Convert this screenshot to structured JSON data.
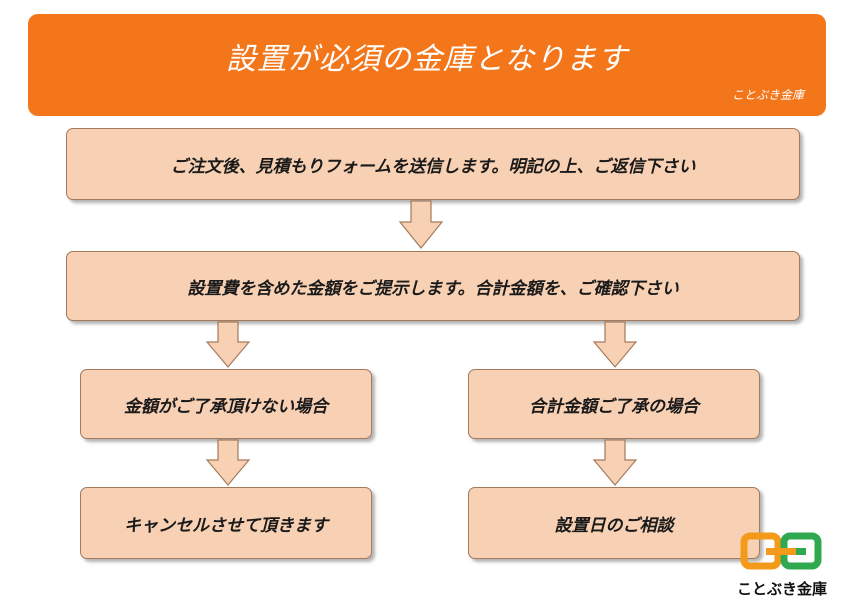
{
  "banner": {
    "title": "設置が必須の金庫となります",
    "subtitle": "ことぶき金庫"
  },
  "steps": {
    "step1": "ご注文後、見積もりフォームを送信します。明記の上、ご返信下さい",
    "step2": "設置費を含めた金額をご提示します。合計金額を、ご確認下さい",
    "left_branch": "金額がご了承頂けない場合",
    "left_result": "キャンセルさせて頂きます",
    "right_branch": "合計金額ご了承の場合",
    "right_result": "設置日のご相談"
  },
  "logo": {
    "text": "ことぶき金庫",
    "icon": "kotobuki-logo-icon"
  },
  "colors": {
    "banner": "#f4761a",
    "box_fill": "#f8d0b3",
    "box_border": "#a37a5c",
    "logo_orange": "#f39a1b",
    "logo_green": "#2fa84f"
  }
}
